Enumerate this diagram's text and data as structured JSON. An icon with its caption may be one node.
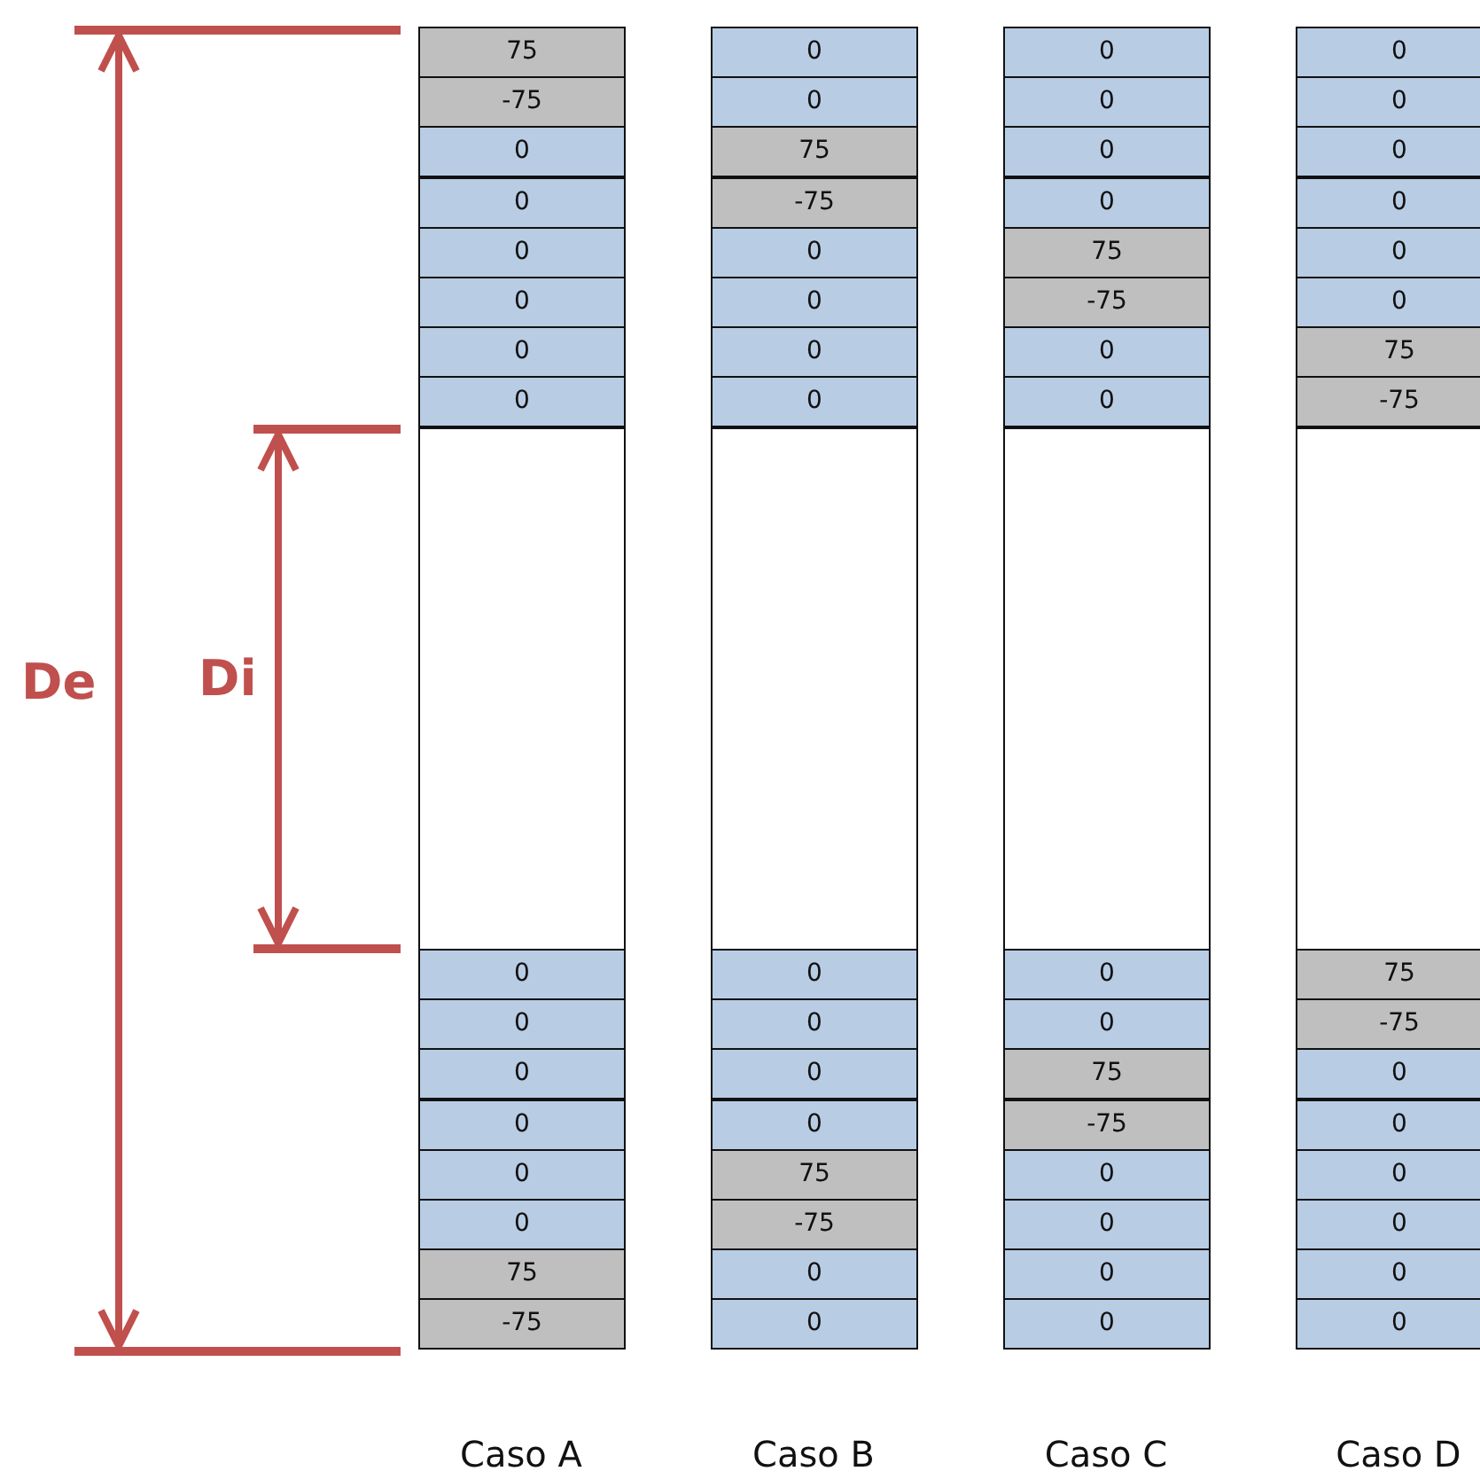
{
  "diagram": {
    "nodes": [
      {
        "text": [],
        "shape": "box"
      },
      {
        "text": [],
        "shape": "box"
      },
      {
        "text": [],
        "shape": "box"
      },
      {
        "text": [],
        "shape": "box"
      }
    ],
    "labels": [
      "De",
      "Di",
      "75",
      "0",
      "0",
      "0",
      "-75",
      "0",
      "0",
      "0",
      "0",
      "75",
      "0",
      "0",
      "0",
      "-75",
      "0",
      "0",
      "0",
      "0",
      "75",
      "0",
      "0",
      "0",
      "-75",
      "0",
      "0",
      "0",
      "0",
      "75",
      "0",
      "0",
      "0",
      "-75",
      "0",
      "0",
      "0",
      "75",
      "0",
      "0",
      "0",
      "-75",
      "0",
      "0",
      "75",
      "0",
      "0",
      "0",
      "-75",
      "0",
      "0",
      "75",
      "0",
      "0",
      "0",
      "-75",
      "0",
      "0",
      "75",
      "0",
      "0",
      "0",
      "-75",
      "0",
      "0",
      "0",
      "Caso A",
      "Caso B",
      "Caso C",
      "Caso D"
    ]
  }
}
